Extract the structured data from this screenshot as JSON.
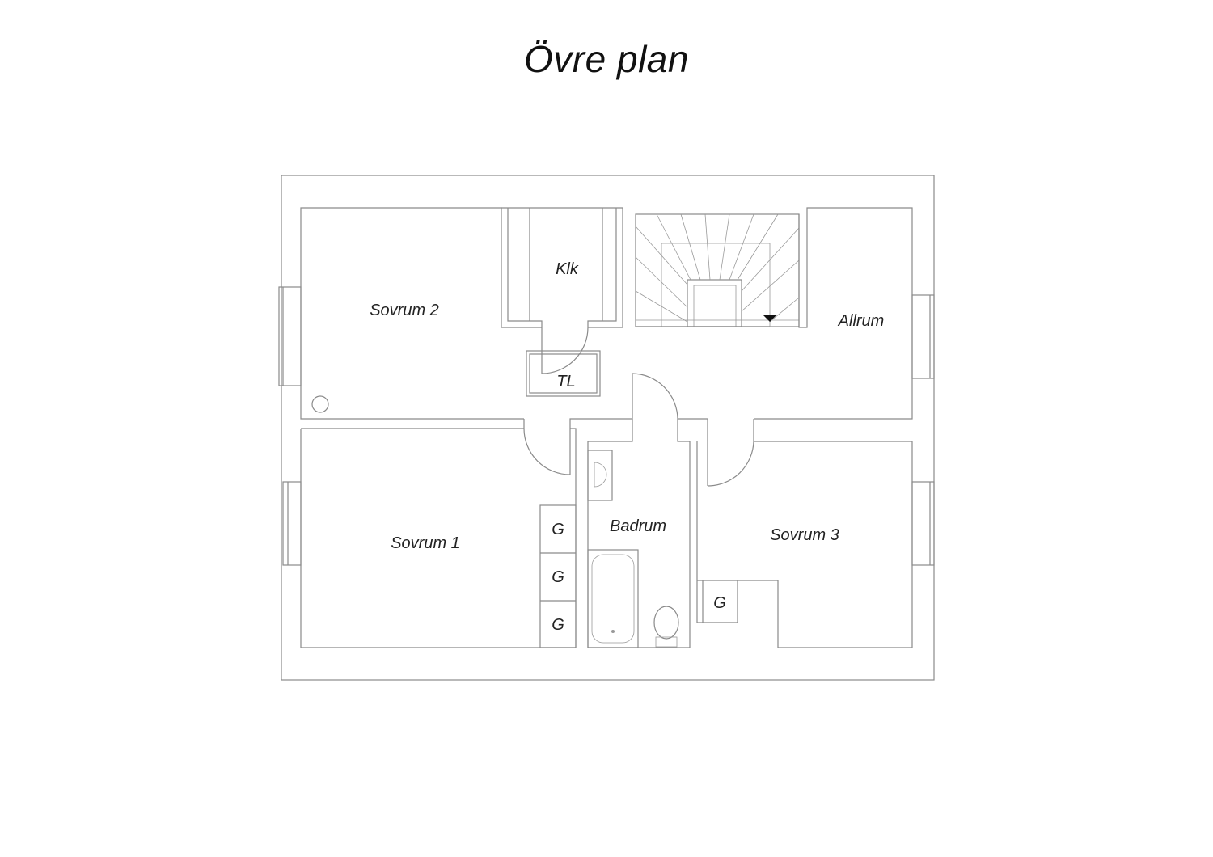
{
  "title": "Övre plan",
  "rooms": {
    "sovrum2": "Sovrum 2",
    "klk": "Klk",
    "tl": "TL",
    "allrum": "Allrum",
    "sovrum1": "Sovrum 1",
    "badrum": "Badrum",
    "sovrum3": "Sovrum 3",
    "g1": "G",
    "g2": "G",
    "g3": "G",
    "g4": "G"
  }
}
